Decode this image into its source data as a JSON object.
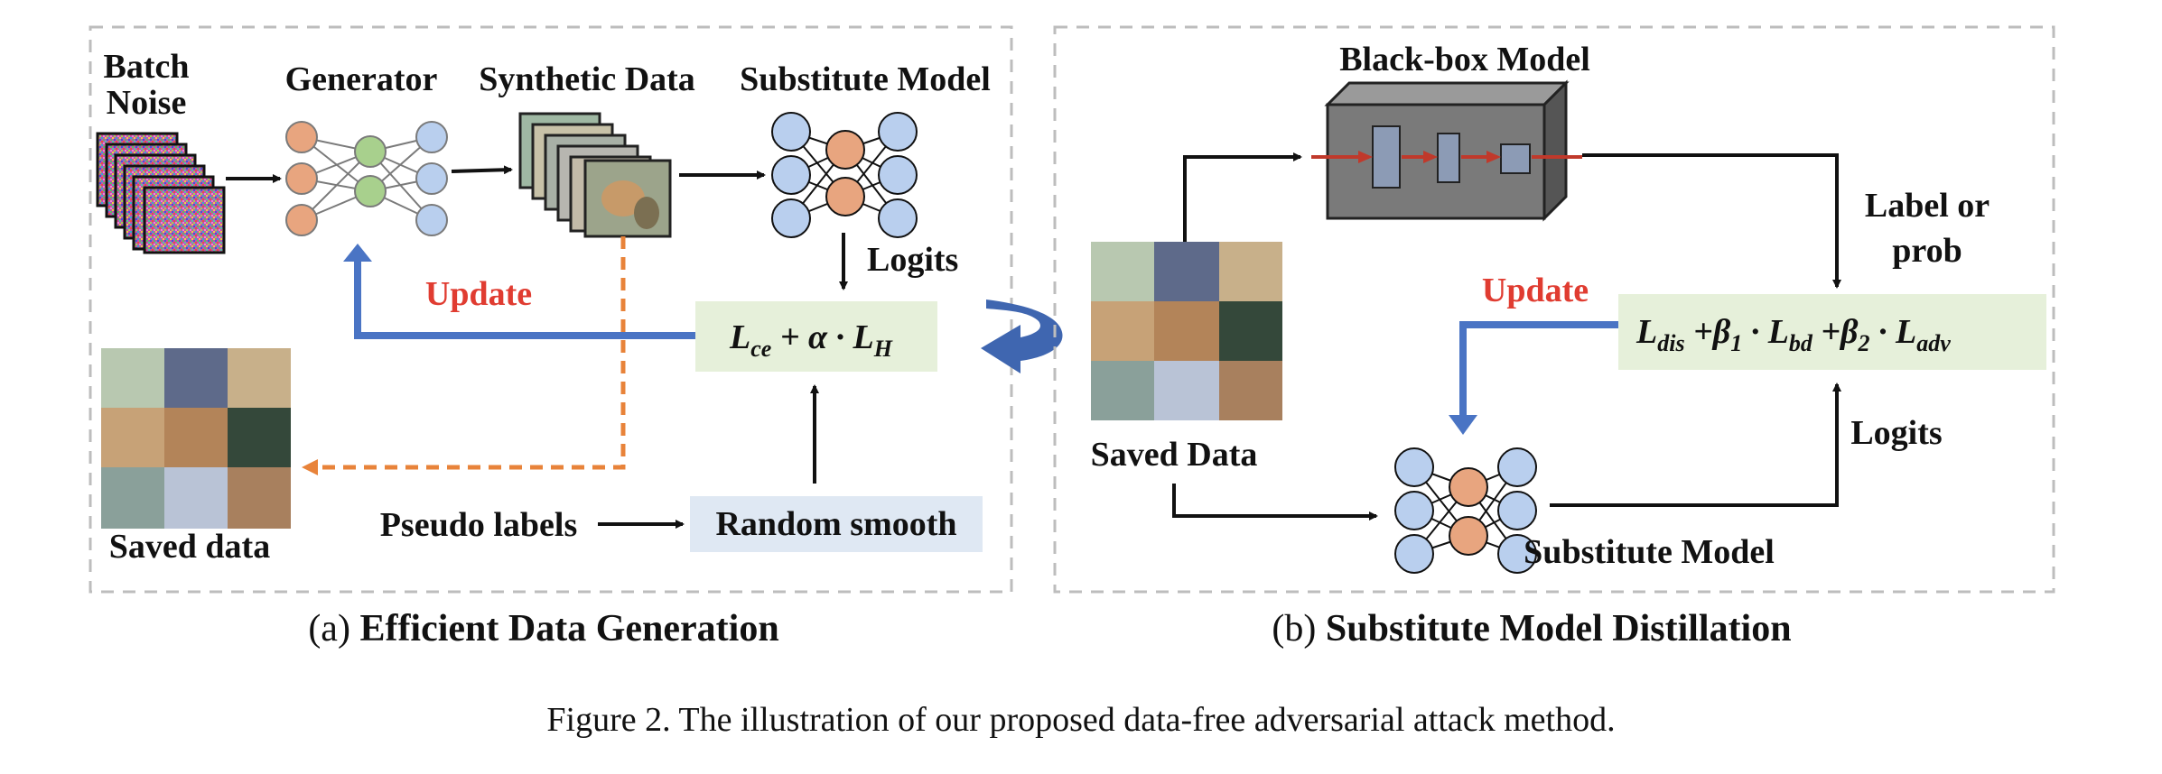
{
  "colors": {
    "dash_border": "#bdbdbd",
    "arrow_black": "#111111",
    "update_red": "#e03c31",
    "update_blue": "#4a74c4",
    "orange_dash": "#e8833a",
    "loss_bg": "#e6f0da",
    "smooth_bg": "#dfe8f3",
    "node_blue": "#b9cfee",
    "node_orange": "#e8a57f",
    "node_green": "#a8d08d",
    "blackbox_gray": "#7a7a7a",
    "blackbox_red": "#c0392b"
  },
  "panel_a": {
    "batch_noise": [
      "Batch",
      "Noise"
    ],
    "generator": "Generator",
    "synthetic_data": "Synthetic Data",
    "substitute_model": "Substitute Model",
    "logits": "Logits",
    "update": "Update",
    "loss": {
      "l1": "L",
      "s1": "ce",
      "op1": " +  α · ",
      "l2": "L",
      "s2": "H"
    },
    "saved_data": "Saved data",
    "pseudo_labels": "Pseudo labels",
    "random_smooth": "Random smooth",
    "caption": {
      "prefix": "(a) ",
      "title": "Efficient Data Generation"
    }
  },
  "panel_b": {
    "blackbox_model": "Black-box Model",
    "label_or_prob": [
      "Label or",
      "prob"
    ],
    "update": "Update",
    "loss": {
      "l1": "L",
      "s1": "dis",
      "op1": " +β",
      "b1": "1",
      "op2": " · ",
      "l2": "L",
      "s2": "bd",
      "op3": " +β",
      "b2": "2",
      "op4": " · ",
      "l3": "L",
      "s3": "adv"
    },
    "saved_data": "Saved Data",
    "logits": "Logits",
    "substitute_model": "Substitute Model",
    "caption": {
      "prefix": "(b) ",
      "title": "Substitute Model Distillation"
    }
  },
  "figure_caption": "Figure 2. The illustration of our proposed data-free adversarial attack method."
}
